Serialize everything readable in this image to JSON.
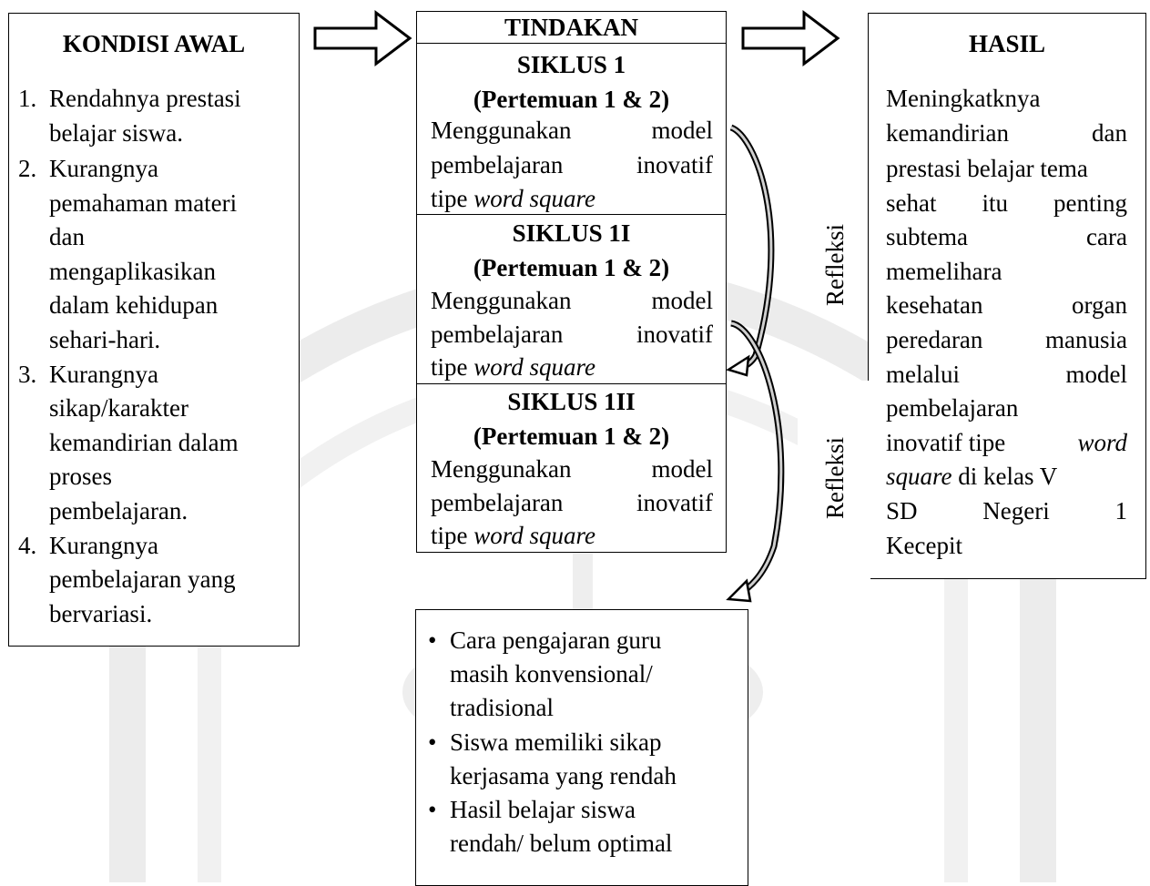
{
  "kondisi_awal": {
    "title": "KONDISI AWAL",
    "items": [
      {
        "num": "1.",
        "lines": [
          "Rendahnya prestasi",
          "belajar siswa."
        ]
      },
      {
        "num": "2.",
        "lines": [
          "Kurangnya",
          "pemahaman materi",
          "dan",
          "mengaplikasikan",
          "dalam kehidupan",
          "sehari-hari."
        ]
      },
      {
        "num": "3.",
        "lines": [
          "Kurangnya",
          "sikap/karakter",
          "kemandirian dalam",
          "proses",
          "pembelajaran."
        ]
      },
      {
        "num": "4.",
        "lines": [
          "Kurangnya",
          "pembelajaran yang",
          "bervariasi."
        ]
      }
    ]
  },
  "tindakan": {
    "title": "TINDAKAN",
    "cycles": [
      {
        "name": "SIKLUS 1",
        "meeting": "(Pertemuan 1 & 2)",
        "line1_a": "Menggunakan",
        "line1_b": "model",
        "line2_a": "pembelajaran",
        "line2_b": "inovatif",
        "line3_a": "tipe",
        "line3_b": "word square"
      },
      {
        "name": "SIKLUS 1I",
        "meeting": "(Pertemuan 1 & 2)",
        "line1_a": "Menggunakan",
        "line1_b": "model",
        "line2_a": "pembelajaran",
        "line2_b": "inovatif",
        "line3_a": "tipe",
        "line3_b": "word square"
      },
      {
        "name": "SIKLUS 1II",
        "meeting": "(Pertemuan 1 & 2)",
        "line1_a": "Menggunakan",
        "line1_b": "model",
        "line2_a": "pembelajaran",
        "line2_b": "inovatif",
        "line3_a": "tipe",
        "line3_b": "word square"
      }
    ]
  },
  "refleksi": [
    "Refleksi",
    "Refleksi"
  ],
  "hasil": {
    "title": "HASIL",
    "lines": [
      [
        "Meningkatknya"
      ],
      [
        "kemandirian",
        "dan"
      ],
      [
        "prestasi belajar tema"
      ],
      [
        "sehat",
        "itu",
        "penting"
      ],
      [
        "subtema",
        "cara"
      ],
      [
        "memelihara"
      ],
      [
        "kesehatan",
        "organ"
      ],
      [
        "peredaran",
        "manusia"
      ],
      [
        "melalui",
        "model"
      ],
      [
        "pembelajaran"
      ],
      [
        "inovatif tipe",
        "word"
      ],
      [
        "square di kelas V"
      ],
      [
        "SD",
        "Negeri",
        "1"
      ],
      [
        "Kecepit"
      ]
    ]
  },
  "kendala": {
    "items": [
      {
        "lines": [
          "Cara pengajaran guru",
          "masih konvensional/",
          "tradisional"
        ]
      },
      {
        "lines": [
          "Siswa memiliki sikap",
          "kerjasama yang rendah"
        ]
      },
      {
        "lines": [
          "Hasil belajar siswa",
          "rendah/ belum optimal"
        ]
      }
    ]
  }
}
